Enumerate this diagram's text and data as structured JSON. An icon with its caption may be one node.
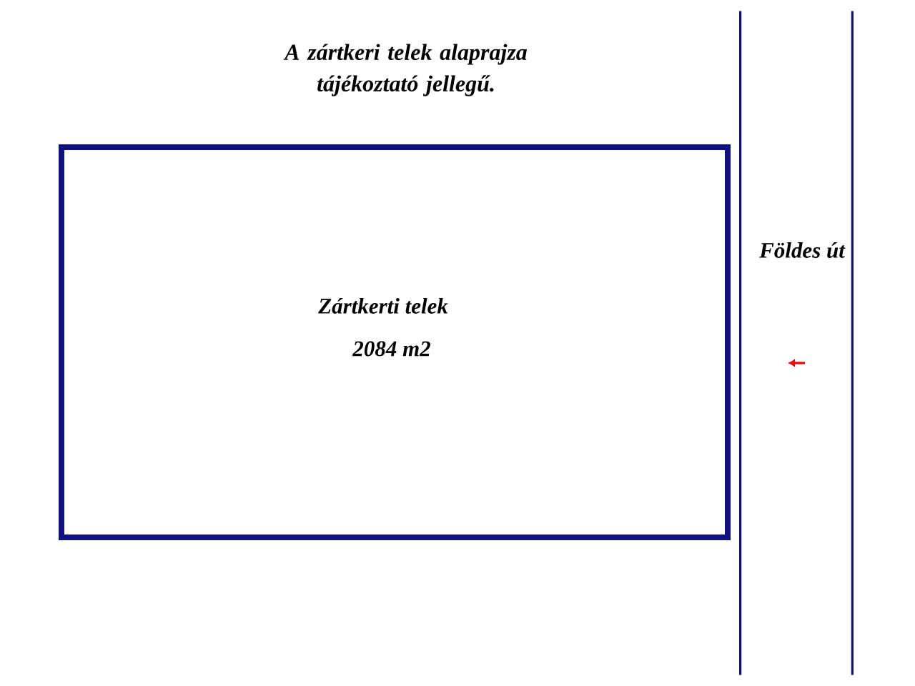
{
  "diagram": {
    "title": "A zártkeri telek alaprajza tájékoztató jellegű.",
    "nodes": [
      {
        "text": [
          "Zártkerti telek",
          "2084 m2"
        ]
      },
      {
        "text": [
          "Földes út"
        ]
      }
    ]
  }
}
